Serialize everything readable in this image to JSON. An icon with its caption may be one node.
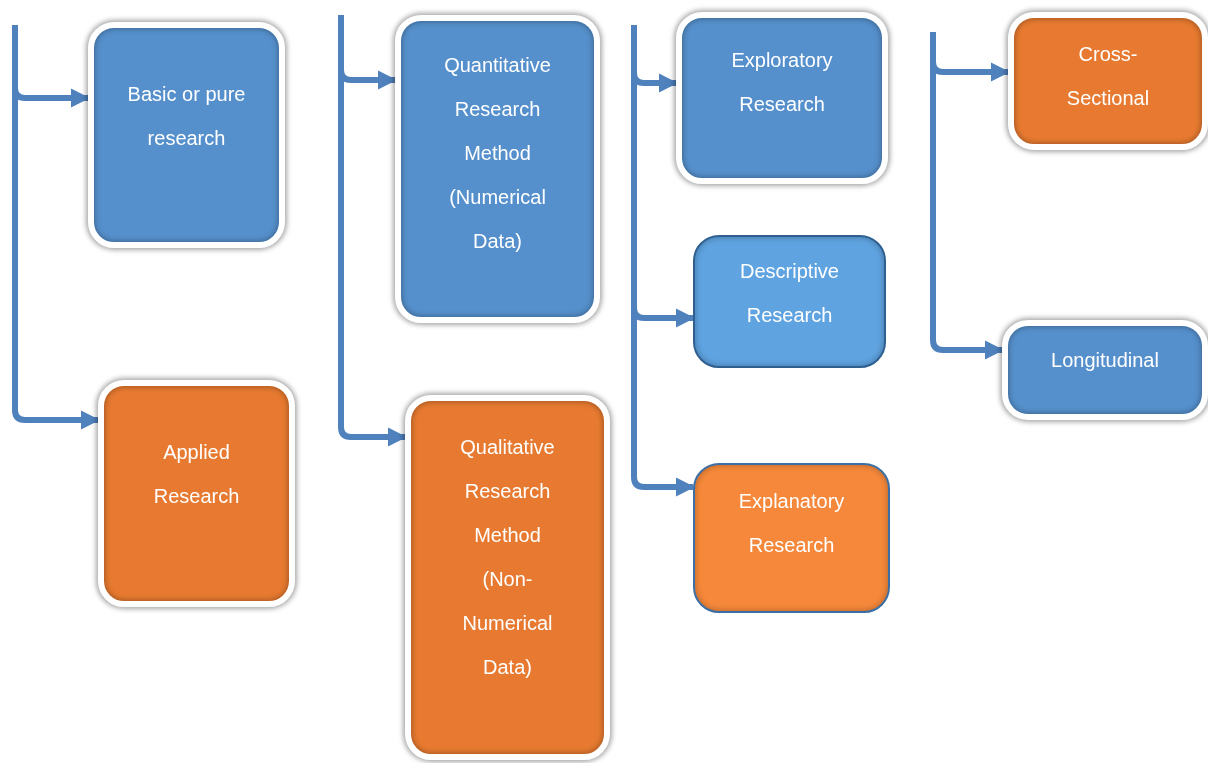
{
  "diagram": {
    "nodes": [
      {
        "text": [
          "Basic or pure research"
        ]
      },
      {
        "text": [
          "Applied Research"
        ]
      },
      {
        "text": [
          "Quantitative Research Method (Numerical Data)"
        ]
      },
      {
        "text": [
          "Qualitative Research Method (Non-Numerical Data)"
        ]
      },
      {
        "text": [
          "Exploratory Research"
        ]
      },
      {
        "text": [
          "Descriptive Research"
        ]
      },
      {
        "text": [
          "Explanatory Research"
        ]
      },
      {
        "text": [
          "Cross-Sectional"
        ]
      },
      {
        "text": [
          "Longitudinal"
        ]
      }
    ],
    "edges": [
      {
        "from": null,
        "to": 0,
        "arrow": "to"
      },
      {
        "from": null,
        "to": 1,
        "arrow": "to"
      },
      {
        "from": null,
        "to": 2,
        "arrow": "to"
      },
      {
        "from": null,
        "to": 3,
        "arrow": "to"
      },
      {
        "from": null,
        "to": 4,
        "arrow": "to"
      },
      {
        "from": null,
        "to": 5,
        "arrow": "to"
      },
      {
        "from": null,
        "to": 6,
        "arrow": "to"
      },
      {
        "from": null,
        "to": 7,
        "arrow": "to"
      },
      {
        "from": null,
        "to": 8,
        "arrow": "to"
      }
    ]
  }
}
